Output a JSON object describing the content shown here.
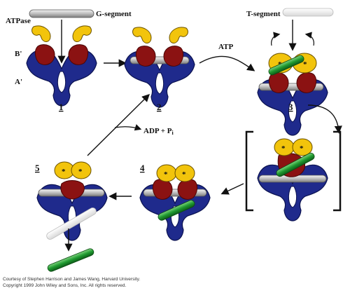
{
  "labels": {
    "g_segment": "G-segment",
    "t_segment": "T-segment",
    "atpase": "ATPase",
    "b_prime": "B'",
    "a_prime": "A'",
    "atp": "ATP",
    "adp_pi": "ADP + P",
    "adp_pi_sub": "i"
  },
  "steps": [
    "1",
    "2",
    "3",
    "4",
    "5"
  ],
  "markers": {
    "star": "*"
  },
  "credits": {
    "line1": "Courtesy of Stephen Harrison and James Wang, Harvard University.",
    "line2": "Copyright 1999 John Wiley and Sons, Inc. All rights reserved."
  },
  "colors": {
    "a_domain": "#1f2a8c",
    "b_domain": "#8b1212",
    "atpase": "#f2c40c",
    "t_segment": "#1a8f2a",
    "g_segment": "#b8b8b8"
  }
}
